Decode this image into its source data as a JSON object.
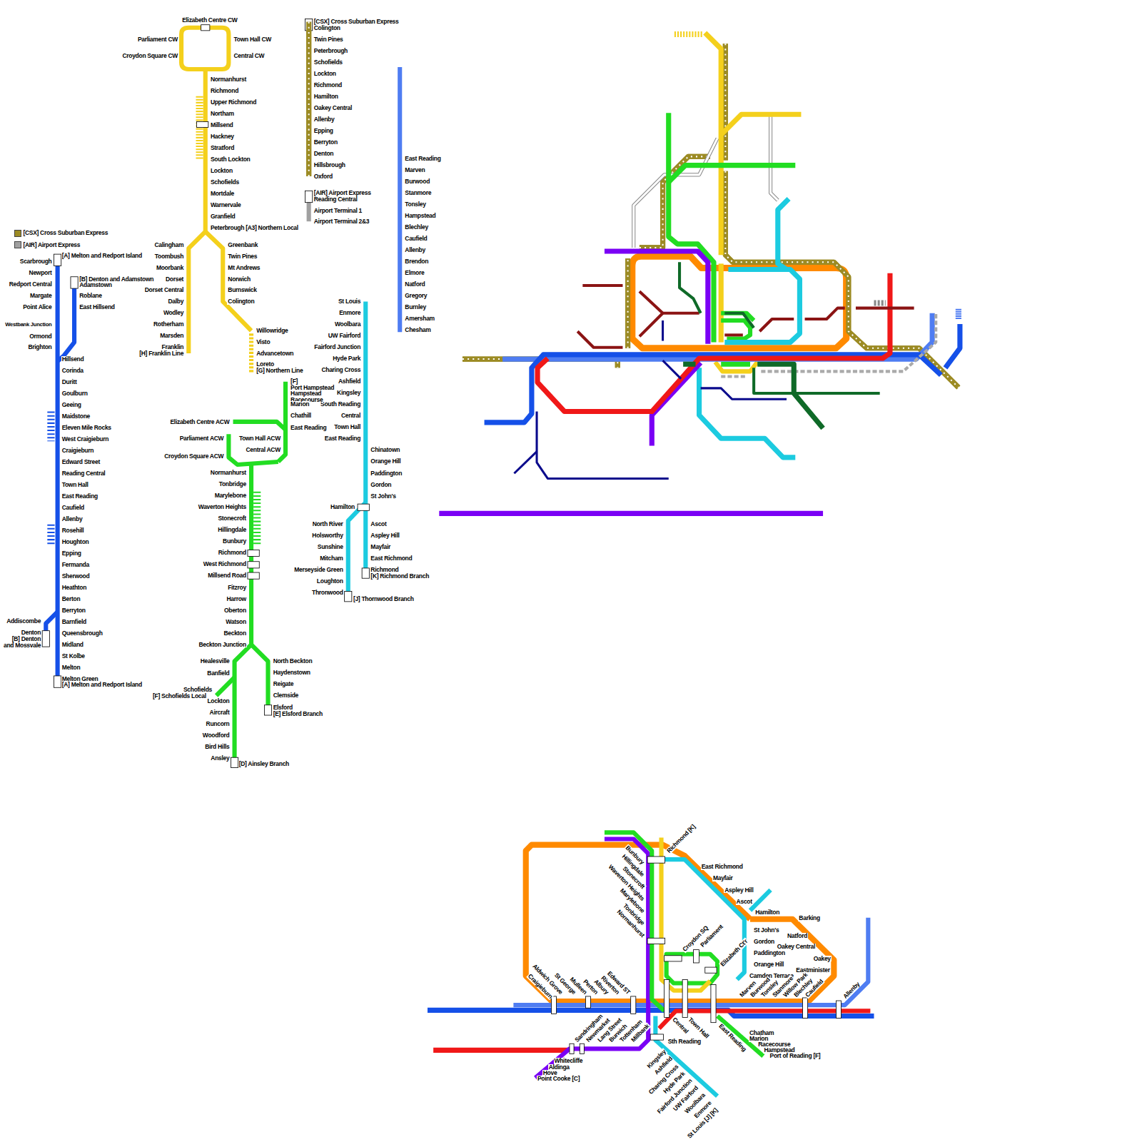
{
  "diagram": {
    "labels": [
      "Elizabeth Centre CW",
      "Parliament CW",
      "Croydon Square CW",
      "Town Hall CW",
      "Central CW",
      "Normanhurst",
      "Richmond",
      "Upper Richmond",
      "Northam",
      "Millsend",
      "Hackney",
      "Stratford",
      "South Lockton",
      "Lockton",
      "Schofields",
      "Mortdale",
      "Warnervale",
      "Granfield",
      "Peterbrough [A3] Northern Local",
      "Calingham",
      "Toombush",
      "Moorbank",
      "Dorset",
      "Dorset Central",
      "Dalby",
      "Wodley",
      "Rotherham",
      "Marsden",
      "Franklin",
      "[H] Franklin Line",
      "Greenbank",
      "Twin Pines",
      "Mt Andrews",
      "Norwich",
      "Burnswick",
      "Colington",
      "Willowridge",
      "Visto",
      "Advancetown",
      "Loreto",
      "[G] Northern Line",
      "[CSX] Cross Suburban Express",
      "Colington",
      "Twin Pines",
      "Peterbrough",
      "Schofields",
      "Lockton",
      "Richmond",
      "Hamilton",
      "Oakey Central",
      "Allenby",
      "Epping",
      "Berryton",
      "Denton",
      "Hillsbrough",
      "Oxford",
      "[AIR] Airport Express",
      "Reading Central",
      "Airport Terminal 1",
      "Airport Terminal 2&3",
      "East Reading",
      "Marven",
      "Burwood",
      "Stanmore",
      "Tonsley",
      "Hampstead",
      "Blechley",
      "Caufield",
      "Allenby",
      "Brendon",
      "Elmore",
      "Natford",
      "Gregory",
      "Burnley",
      "Amersham",
      "Chesham",
      "[A] Melton and Redport Island",
      "Scarbrough",
      "Newport",
      "Redport Central",
      "Margate",
      "Point Alice",
      "Westbank Junction",
      "Ormond",
      "Brighton",
      "[B] Denton and Adamstown",
      "Adamstown",
      "Roblane",
      "East Hillsend",
      "Hillsend",
      "Corinda",
      "Duritt",
      "Goulburn",
      "Geeing",
      "Maidstone",
      "Eleven Mile Rocks",
      "West Craigieburn",
      "Craigieburn",
      "Edward Street",
      "Reading Central",
      "Town Hall",
      "East Reading",
      "Caufield",
      "Allenby",
      "Rosehill",
      "Houghton",
      "Epping",
      "Fermanda",
      "Sherwood",
      "Heathton",
      "Berton",
      "Berryton",
      "Barnfield",
      "Queensbrough",
      "Midland",
      "St Kolbe",
      "Melton",
      "Melton Green",
      "[A] Melton and Redport Island",
      "Addiscombe",
      "Denton",
      "[B] Denton",
      "and Mossvale",
      "St Louis",
      "Enmore",
      "Woolbara",
      "UW Fairford",
      "Fairford Junction",
      "Hyde Park",
      "Charing Cross",
      "Ashfield",
      "Kingsley",
      "South Reading",
      "Central",
      "Town Hall",
      "East Reading",
      "Chinatown",
      "Orange Hill",
      "Paddington",
      "Gordon",
      "St John's",
      "Hamilton",
      "Ascot",
      "Aspley Hill",
      "Mayfair",
      "East Richmond",
      "Richmond",
      "[K] Richmond Branch",
      "North River",
      "Holsworthy",
      "Sunshine",
      "Mitcham",
      "Merseyside Green",
      "Loughton",
      "Thronwood",
      "[J] Thornwood Branch",
      "[F]",
      "Port Hampstead",
      "Hampstead",
      "Racecourse",
      "Marion",
      "Chathill",
      "East Reading",
      "Elizabeth Centre ACW",
      "Parliament ACW",
      "Croydon Square ACW",
      "Town Hall ACW",
      "Central ACW",
      "Normanhurst",
      "Tonbridge",
      "Marylebone",
      "Waverton Heights",
      "Stonecroft",
      "Hillingdale",
      "Bunbury",
      "Richmond",
      "West Richmond",
      "Millsend Road",
      "Fitzroy",
      "Harrow",
      "Oberton",
      "Watson",
      "Beckton",
      "Beckton Junction",
      "Healesville",
      "Banfield",
      "North Beckton",
      "Haydenstown",
      "Reigate",
      "Clemside",
      "Elsford",
      "[E] Elsford Branch",
      "Schofields",
      "[F] Schofields Local",
      "Lockton",
      "Aircraft",
      "Runcorn",
      "Woodford",
      "Bird Hills",
      "Ansley",
      "[D] Ainsley Branch",
      "Richmond [K]",
      "Bunbury",
      "Hillingdale",
      "Stonecroft",
      "Waverton Heights",
      "Marylebone",
      "Tonbridge",
      "Normanhurst",
      "East Richmond",
      "Mayfair",
      "Aspley Hill",
      "Ascot",
      "Hamilton",
      "Barking",
      "Natford",
      "Oakey Central",
      "Oakey",
      "Eastminister",
      "St John's",
      "Gordon",
      "Paddington",
      "Orange Hill",
      "Camden Terrace",
      "Croydon SQ",
      "Parliament",
      "Elizabeth Ct'r",
      "Aldwich Grove",
      "Craigieburn",
      "St George",
      "Mulleen",
      "Perton",
      "Albury",
      "Riverton",
      "Edward ST",
      "Marven",
      "Burwood",
      "Tonsley",
      "Stanmore",
      "Willow Park",
      "Blechley",
      "Caufield",
      "Allenby",
      "Chatham",
      "Marion",
      "Racecourse",
      "Hampstead",
      "Port of Reading [F]",
      "Central",
      "Town Hall",
      "East Reading",
      "Sth Reading",
      "Sandringham",
      "Newmarket",
      "Lang Street",
      "Burwich",
      "Tottenham",
      "Millbank",
      "Whitecliffe",
      "Aldinga",
      "Hove",
      "Point Cooke [C]",
      "Kingsley",
      "Ashfield",
      "Charing Cross",
      "Hyde Park",
      "Fairford Junction",
      "UW Fairford",
      "Woolbara",
      "Enmore",
      "St Louis [J] [K]"
    ],
    "legend": [
      {
        "text": "[CSX] Cross Suburban Express",
        "color": "#9c8b24"
      },
      {
        "text": "[AIR] Airport Express",
        "color": "#a0a0a0"
      }
    ]
  }
}
